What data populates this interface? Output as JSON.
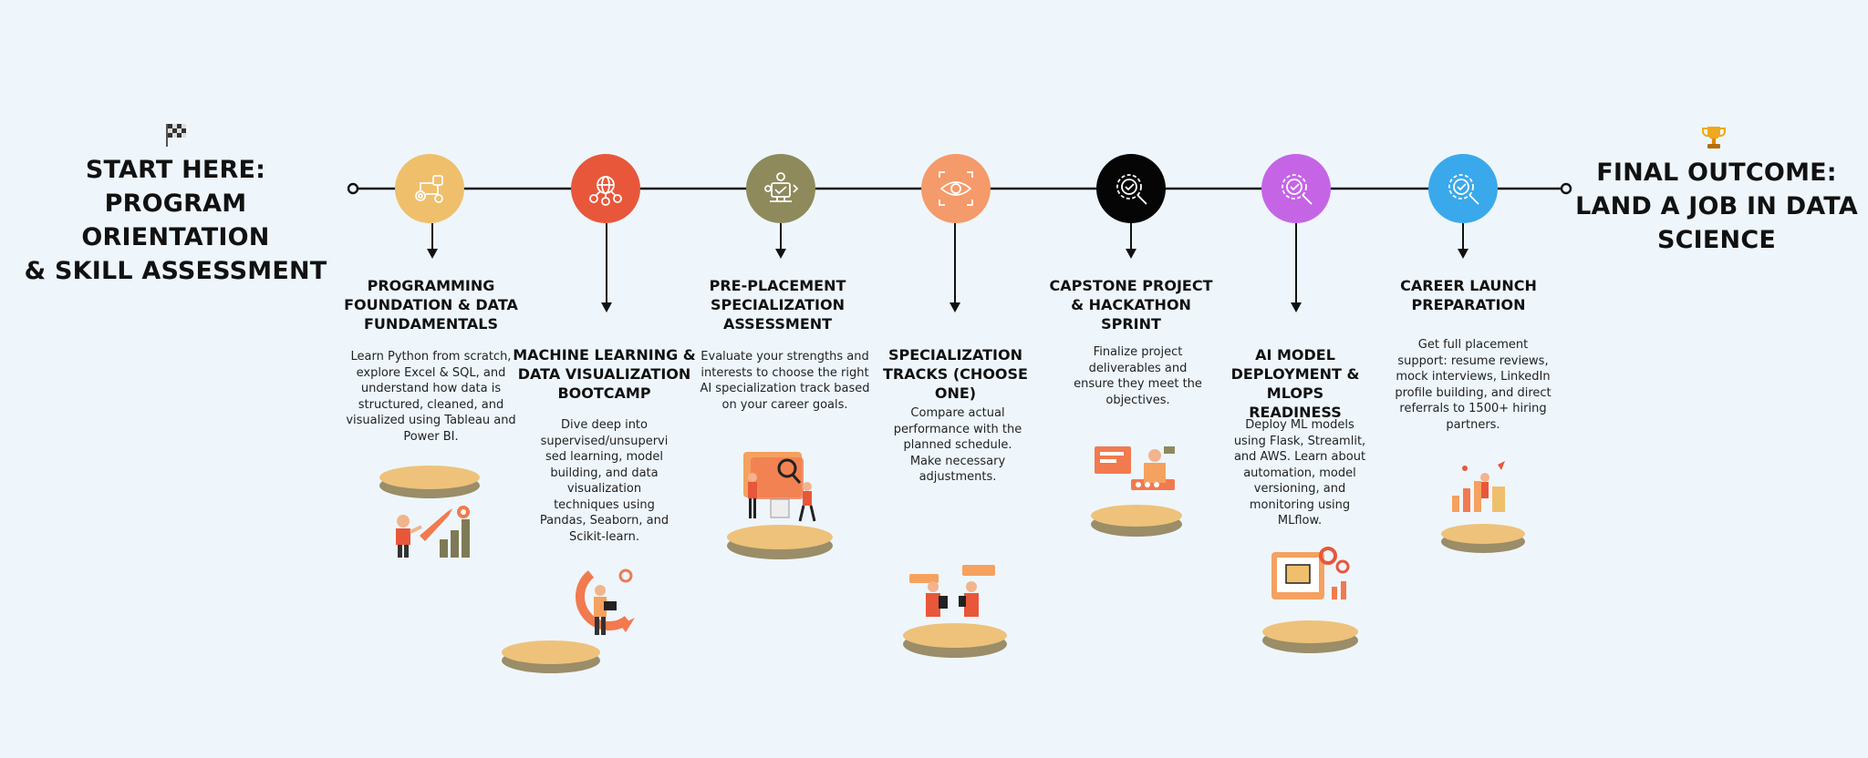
{
  "start": {
    "flag_icon": "checkered-flag-icon",
    "lines": [
      "START HERE:",
      "PROGRAM ORIENTATION",
      "& SKILL ASSESSMENT"
    ]
  },
  "final": {
    "trophy_icon": "trophy-icon",
    "lines": [
      "FINAL OUTCOME:",
      "LAND A JOB IN DATA",
      "SCIENCE"
    ]
  },
  "colors": {
    "line": "#111111",
    "background": "#eef6fc",
    "pedestal_top": "#eec27a",
    "pedestal_side": "#9a8d68"
  },
  "stages": [
    {
      "color": "#f0bf6c",
      "icon": "workflow-gears-icon",
      "title_lines": [
        "PROGRAMMING",
        "FOUNDATION & DATA",
        "FUNDAMENTALS"
      ],
      "desc_lines": [
        "Learn Python from scratch,",
        "explore Excel & SQL, and",
        "understand how data is",
        "structured, cleaned, and",
        "visualized using Tableau and",
        "Power BI."
      ],
      "illustration": "rocket-growth-illustration"
    },
    {
      "color": "#e8573a",
      "icon": "network-globe-icon",
      "title_lines": [
        "MACHINE LEARNING &",
        "DATA VISUALIZATION",
        "BOOTCAMP"
      ],
      "desc_lines": [
        "Dive deep into",
        "supervised/unsupervi",
        "sed learning, model",
        "building, and data",
        "visualization",
        "techniques using",
        "Pandas, Seaborn, and",
        "Scikit-learn."
      ],
      "illustration": "person-with-laptop-illustration"
    },
    {
      "color": "#8e8a5c",
      "icon": "assessment-board-icon",
      "title_lines": [
        "PRE-PLACEMENT",
        "SPECIALIZATION",
        "ASSESSMENT"
      ],
      "desc_lines": [
        "Evaluate your strengths and",
        "interests to choose the right",
        "AI specialization track based",
        "on your career goals."
      ],
      "illustration": "team-analysis-illustration"
    },
    {
      "color": "#f59a6a",
      "icon": "eye-focus-icon",
      "title_lines": [
        "SPECIALIZATION",
        "TRACKS (CHOOSE ONE)"
      ],
      "desc_lines": [
        "Compare actual",
        "performance with the",
        "planned schedule.",
        "Make necessary",
        "adjustments."
      ],
      "illustration": "phone-conversation-illustration"
    },
    {
      "color": "#050505",
      "icon": "gear-magnifier-icon",
      "title_lines": [
        "CAPSTONE PROJECT",
        "& HACKATHON",
        "SPRINT"
      ],
      "desc_lines": [
        "Finalize project",
        "deliverables and",
        "ensure they meet the",
        "objectives."
      ],
      "illustration": "dashboard-worker-illustration"
    },
    {
      "color": "#c565e6",
      "icon": "gear-magnifier-icon",
      "title_lines": [
        "AI MODEL",
        "DEPLOYMENT & MLOPS",
        "READINESS"
      ],
      "desc_lines": [
        "Deploy ML models",
        "using Flask, Streamlit,",
        "and AWS. Learn about",
        "automation, model",
        "versioning, and",
        "monitoring using",
        "MLflow."
      ],
      "illustration": "ai-screen-illustration"
    },
    {
      "color": "#3aa9ec",
      "icon": "gear-magnifier-icon",
      "title_lines": [
        "CAREER LAUNCH",
        "PREPARATION"
      ],
      "desc_lines": [
        "Get full placement",
        "support: resume reviews,",
        "mock interviews, LinkedIn",
        "profile building, and direct",
        "referrals to 1500+ hiring",
        "partners."
      ],
      "illustration": "career-chart-illustration"
    }
  ]
}
